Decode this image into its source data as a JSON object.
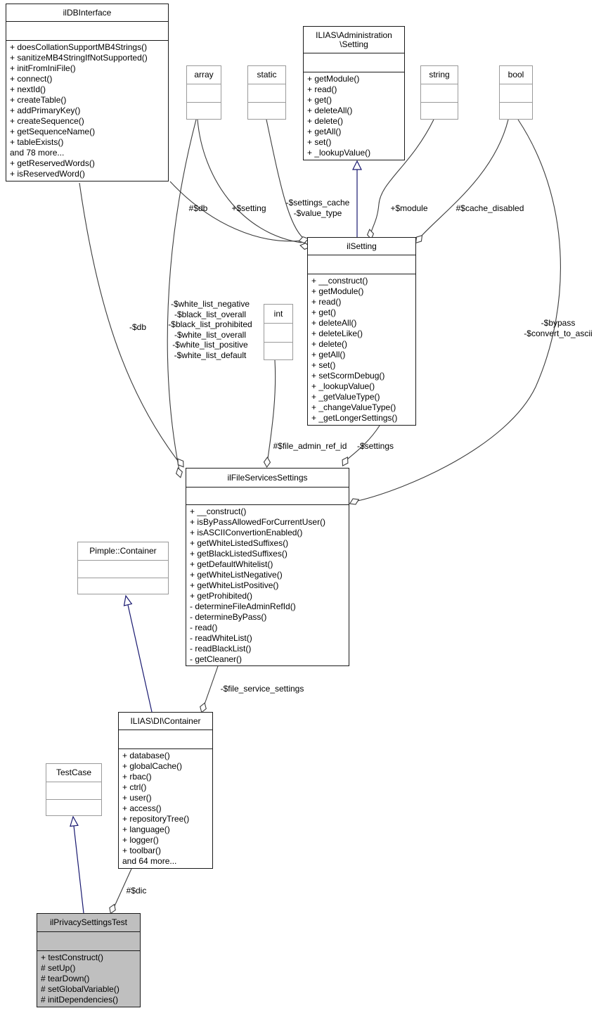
{
  "diagram": {
    "title": "ilPrivacySettingsTest collaboration diagram",
    "colors": {
      "inheritance_edge": "#191970",
      "member_edge": "#3c3c3c",
      "focus_node_fill": "#bfbfbf",
      "type_node_border": "#9a9a9a"
    },
    "classes": {
      "ildbinterface": {
        "title": "ilDBInterface",
        "methods": [
          "+ doesCollationSupportMB4Strings()",
          "+ sanitizeMB4StringIfNotSupported()",
          "+ initFromIniFile()",
          "+ connect()",
          "+ nextId()",
          "+ createTable()",
          "+ addPrimaryKey()",
          "+ createSequence()",
          "+ getSequenceName()",
          "+ tableExists()",
          "and 78 more...",
          "+ getReservedWords()",
          "+ isReservedWord()"
        ]
      },
      "admin_setting": {
        "title": "ILIAS\\Administration\n\\Setting",
        "methods": [
          "+ getModule()",
          "+ read()",
          "+ get()",
          "+ deleteAll()",
          "+ delete()",
          "+ getAll()",
          "+ set()",
          "+ _lookupValue()"
        ]
      },
      "ilsetting": {
        "title": "ilSetting",
        "methods": [
          "+ __construct()",
          "+ getModule()",
          "+ read()",
          "+ get()",
          "+ deleteAll()",
          "+ deleteLike()",
          "+ delete()",
          "+ getAll()",
          "+ set()",
          "+ setScormDebug()",
          "+ _lookupValue()",
          "+ _getValueType()",
          "+ _changeValueType()",
          "+ _getLongerSettings()"
        ]
      },
      "fileservices": {
        "title": "ilFileServicesSettings",
        "methods": [
          "+ __construct()",
          "+ isByPassAllowedForCurrentUser()",
          "+ isASCIIConvertionEnabled()",
          "+ getWhiteListedSuffixes()",
          "+ getBlackListedSuffixes()",
          "+ getDefaultWhitelist()",
          "+ getWhiteListNegative()",
          "+ getWhiteListPositive()",
          "+ getProhibited()",
          "- determineFileAdminRefId()",
          "- determineByPass()",
          "- read()",
          "- readWhiteList()",
          "- readBlackList()",
          "- getCleaner()"
        ]
      },
      "di_container": {
        "title": "ILIAS\\DI\\Container",
        "methods": [
          "+ database()",
          "+ globalCache()",
          "+ rbac()",
          "+ ctrl()",
          "+ user()",
          "+ access()",
          "+ repositoryTree()",
          "+ language()",
          "+ logger()",
          "+ toolbar()",
          "and 64 more..."
        ]
      },
      "pimple_container": {
        "title": "Pimple::Container",
        "methods": []
      },
      "testcase": {
        "title": "TestCase",
        "methods": []
      },
      "privacy_test": {
        "title": "ilPrivacySettingsTest",
        "methods": [
          "+ testConstruct()",
          "# setUp()",
          "# tearDown()",
          "# setGlobalVariable()",
          "# initDependencies()"
        ]
      },
      "type_array": {
        "title": "array",
        "methods": []
      },
      "type_static": {
        "title": "static",
        "methods": []
      },
      "type_string": {
        "title": "string",
        "methods": []
      },
      "type_bool": {
        "title": "bool",
        "methods": []
      },
      "type_int": {
        "title": "int",
        "methods": []
      }
    },
    "edge_labels": {
      "db_to_setting": "#$db",
      "setting_member": "+$setting",
      "settings_cache": "-$settings_cache\n-$value_type",
      "module": "+$module",
      "cache_disabled": "#$cache_disabled",
      "db_to_file": "-$db",
      "white_lists": "-$white_list_negative\n-$black_list_overall\n-$black_list_prohibited\n-$white_list_overall\n-$white_list_positive\n-$white_list_default",
      "file_admin_ref_id": "#$file_admin_ref_id",
      "settings": "-$settings",
      "bypass": "-$bypass\n-$convert_to_ascii",
      "file_service_settings": "-$file_service_settings",
      "dic": "#$dic"
    }
  }
}
